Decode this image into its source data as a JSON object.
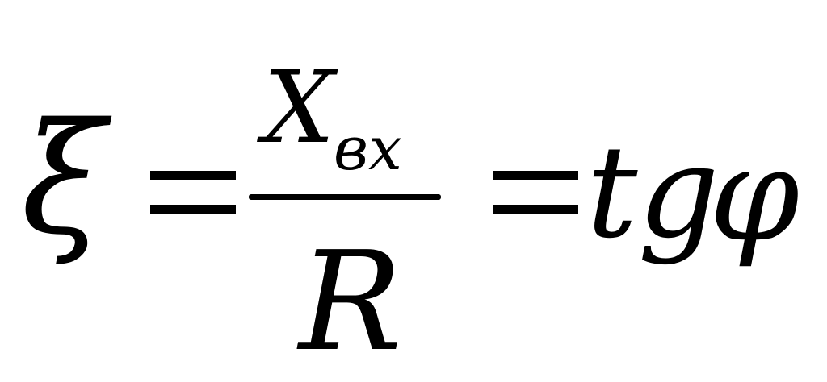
{
  "formula": {
    "lhs": "ξ",
    "equals": "=",
    "numerator": "X",
    "numerator_subscript": "вх",
    "denominator": "R",
    "rhs_func": "tg",
    "rhs_var": "φ"
  }
}
